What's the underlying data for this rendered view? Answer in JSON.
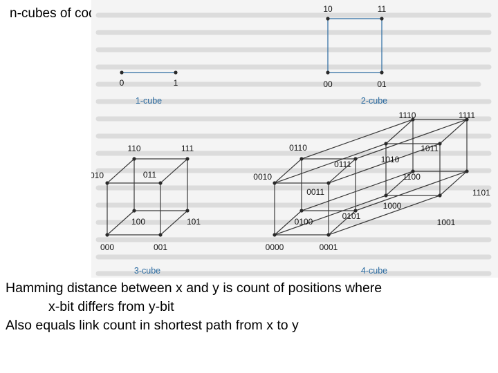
{
  "title": "n-cubes of codewords:",
  "body_lines": [
    "Hamming distance between x and y is count of positions where",
    "x-bit differs from y-bit",
    "Also equals link count in shortest path from x to y"
  ],
  "figure": {
    "accent_color": "#2a6aa0",
    "captions": {
      "cube1": "1-cube",
      "cube2": "2-cube",
      "cube3": "3-cube",
      "cube4": "4-cube"
    },
    "cube1_vertices": [
      "0",
      "1"
    ],
    "cube2_vertices": [
      "00",
      "01",
      "10",
      "11"
    ],
    "cube3_vertices": [
      "000",
      "001",
      "010",
      "011",
      "100",
      "101",
      "110",
      "111"
    ],
    "cube4_vertices": [
      "0000",
      "0001",
      "0010",
      "0011",
      "0100",
      "0101",
      "0110",
      "0111",
      "1000",
      "1001",
      "1010",
      "1011",
      "1100",
      "1101",
      "1110",
      "1111"
    ]
  }
}
